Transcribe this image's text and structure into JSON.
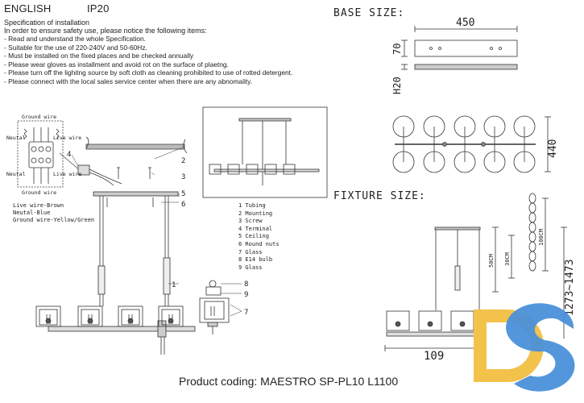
{
  "header": {
    "language": "ENGLISH",
    "ip_rating": "IP20"
  },
  "spec": {
    "title": "Specification of installation",
    "intro": "In order to ensure safety use, please notice the following items:",
    "items": [
      "- Read and understand the whole Specification.",
      "- Suitable for the use of 220-240V and 50-60Hz.",
      "- Must be installed on the fixed places and be checked annually",
      "- Please wear gloves as installment and avoid rot on the surface of plaetng.",
      "- Please turn off the lighitng source by soft cloth as cleaning prohibited to use of rotted detergent.",
      "- Please connect with the local sales service center when there are any abnomality."
    ]
  },
  "base_size": {
    "title": "BASE SIZE:",
    "width": "450",
    "height": "70",
    "depth": "H20",
    "length": "440"
  },
  "fixture_size": {
    "title": "FIXTURE SIZE:",
    "chain": "100CM",
    "rod1": "50CM",
    "rod2": "30CM",
    "height_range": "1273~1473",
    "width": "109"
  },
  "wiring": {
    "ground_top": "Ground wire",
    "ground_bottom": "Ground wire",
    "neutral_top": "Neutal",
    "live_top": "Live wire",
    "neutral_bottom": "Neutal",
    "live_bottom": "Live wire",
    "legend": [
      "Live wire-Brown",
      "Neutal-Blue",
      "Ground wire-Yellow/Green"
    ]
  },
  "parts": [
    "1 Tubing",
    "2 Mounting",
    "3 Screw",
    "4 Terminal",
    "5 Ceiling",
    "6 Round nuts",
    "7 Glass",
    "8 E14 bulb",
    "9 Glass"
  ],
  "callouts": {
    "n1": "1",
    "n2": "2",
    "n3": "3",
    "n4": "4",
    "n5": "5",
    "n6": "6",
    "n7": "7",
    "n8": "8",
    "n9": "9"
  },
  "footer": {
    "product_coding": "Product coding: MAESTRO SP-PL10 L1100"
  },
  "logo": {
    "text": "DS",
    "color_yellow": "#f2c24b",
    "color_blue": "#4a90d9"
  }
}
